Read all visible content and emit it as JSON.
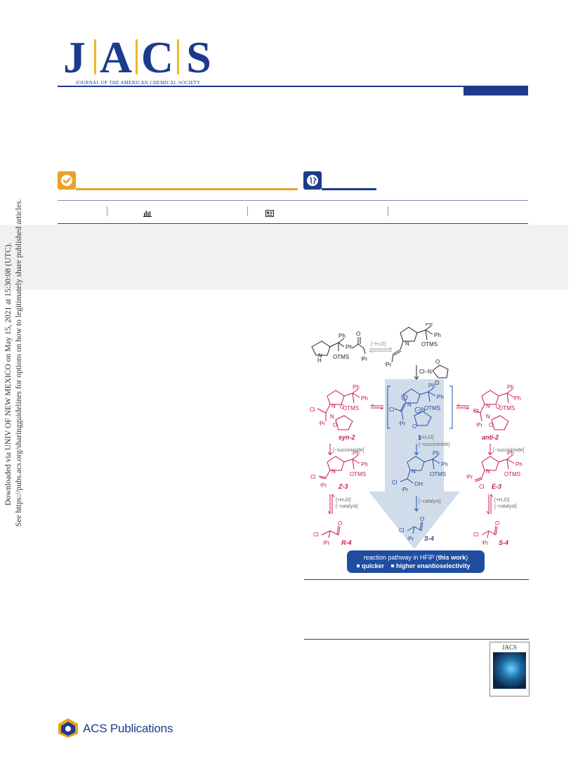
{
  "journal": {
    "letters": [
      "J",
      "A",
      "C",
      "S"
    ],
    "subtitle": "JOURNAL OF THE AMERICAN CHEMICAL SOCIETY"
  },
  "side_notice": {
    "line1": "Downloaded via UNIV OF NEW MEXICO on May 15, 2021 at 15:30:08 (UTC).",
    "line2": "See https://pubs.acs.org/sharingguidelines for options on how to legitimately share published articles."
  },
  "icons": {
    "access": "check-circle-icon",
    "open_access": "globe-icon",
    "metrics": "bar-chart-icon",
    "recommendations": "article-icon"
  },
  "colors": {
    "brand_blue": "#1c3b8c",
    "accent_gold": "#f0b722",
    "access_orange": "#eba12a",
    "scheme_red": "#c8174a",
    "scheme_blue": "#1f4ea1"
  },
  "scheme": {
    "water_loss": "[−H₂O]",
    "iPr": "ᶦPr",
    "ph": "Ph",
    "otms": "OTMS",
    "h": "H",
    "o": "O",
    "n": "N",
    "cl": "Cl",
    "cl_n": "Cl–N",
    "oh": "OH",
    "syn2": "syn-2",
    "anti2": "anti-2",
    "center_label": "1",
    "z3": "Z-3",
    "e3": "E-3",
    "r4": "R-4",
    "s4_center": "S-4",
    "s4_right": "S-4",
    "plus_h2o": "[+H₂O]",
    "minus_succinimide": "[−succinimide]",
    "minus_catalyst": "[−catalyst]",
    "banner_line1_pre": "reaction pathway in HFIP (",
    "banner_line1_bold": "this work",
    "banner_line1_post": ")",
    "banner_item1": "quicker",
    "banner_item2": "higher enantioselectivity"
  },
  "publisher": {
    "name": "ACS Publications"
  },
  "cover": {
    "title": "JACS"
  }
}
